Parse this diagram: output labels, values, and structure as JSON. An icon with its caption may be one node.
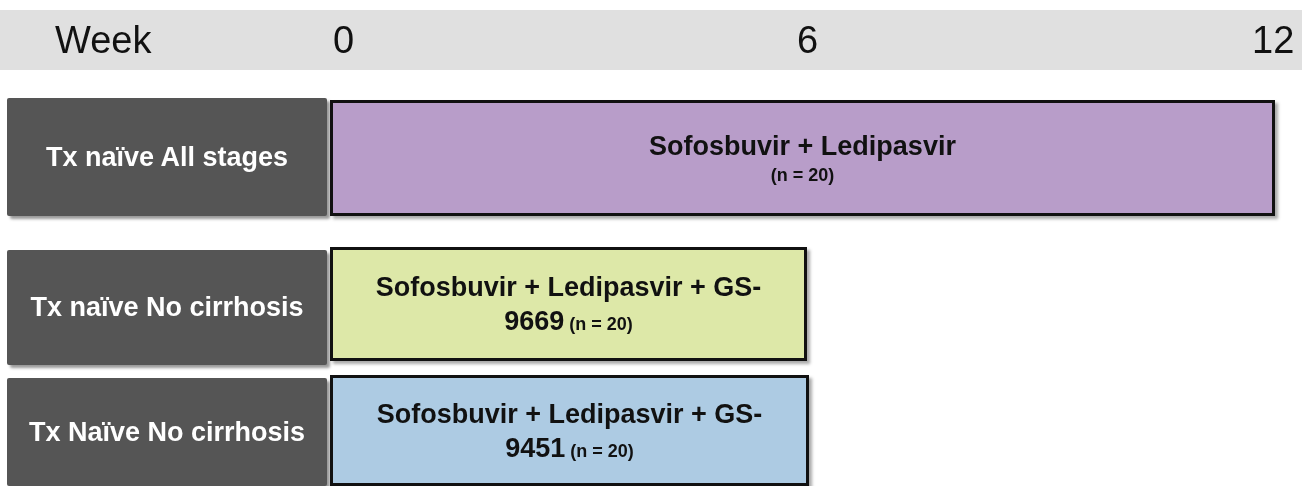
{
  "diagram": {
    "nodes": [
      {
        "text": [
          "Tx naïve All stages"
        ]
      },
      {
        "text": [
          "Sofosbuvir + Ledipasvir",
          "(n = 20)"
        ]
      },
      {
        "text": [
          "Tx naïve No cirrhosis"
        ]
      },
      {
        "text": [
          "Sofosbuvir + Ledipasvir + GS-9669",
          "(n = 20)"
        ]
      },
      {
        "text": [
          "Tx Naïve No cirrhosis"
        ]
      },
      {
        "text": [
          "Sofosbuvir + Ledipasvir + GS-9451",
          "(n = 20)"
        ]
      }
    ],
    "edges": [],
    "labels": [
      "Week",
      "0",
      "6",
      "12"
    ]
  }
}
